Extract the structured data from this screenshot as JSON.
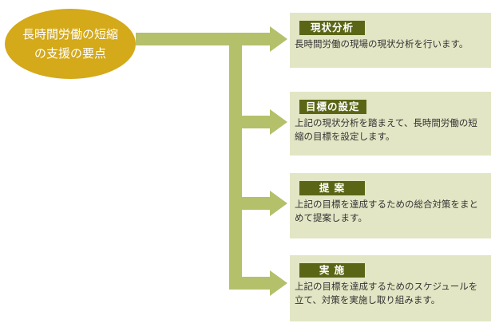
{
  "center": {
    "line1": "長時間労働の短縮",
    "line2": "の支援の要点"
  },
  "steps": [
    {
      "title": "現状分析",
      "text": "長時間労働の現場の現状分析を行います。"
    },
    {
      "title": "目標の設定",
      "text": "上記の現状分析を踏まえて、長時間労働の短縮の目標を設定します。"
    },
    {
      "title": "提 案",
      "text": "上記の目標を達成するための総合対策をまとめて提案します。"
    },
    {
      "title": "実 施",
      "text": "上記の目標を達成するためのスケジュールを立て、対策を実施し取り組みます。"
    }
  ],
  "colors": {
    "oval": "#d4a91a",
    "arrow": "#b4c06a",
    "box_bg": "#e3e6c4",
    "title_bg": "#5a6615"
  }
}
